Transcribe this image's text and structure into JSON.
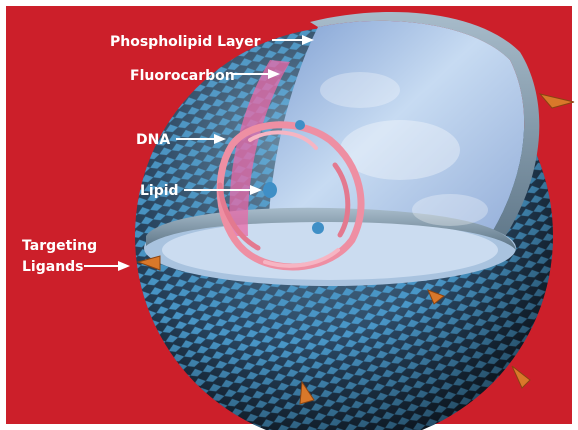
{
  "labels": {
    "phospholipid_layer": "Phospholipid Layer",
    "fluorocarbon": "Fluorocarbon",
    "dna": "DNA",
    "lipid": "Lipid",
    "targeting_line1": "Targeting",
    "targeting_line2": "Ligands"
  },
  "colors": {
    "background": "#cc1f2a",
    "shell": "#1f3448",
    "shell_bead": "#3d8fc4",
    "shell_rim": "#7b95a8",
    "interior": "#b9d2ee",
    "dna": "#ee8fa3",
    "lipid": "#3f8fc6",
    "ligand": "#d9782a",
    "label_text": "#ffffff"
  },
  "icons": {
    "arrow": "right-pointing-arrow"
  }
}
